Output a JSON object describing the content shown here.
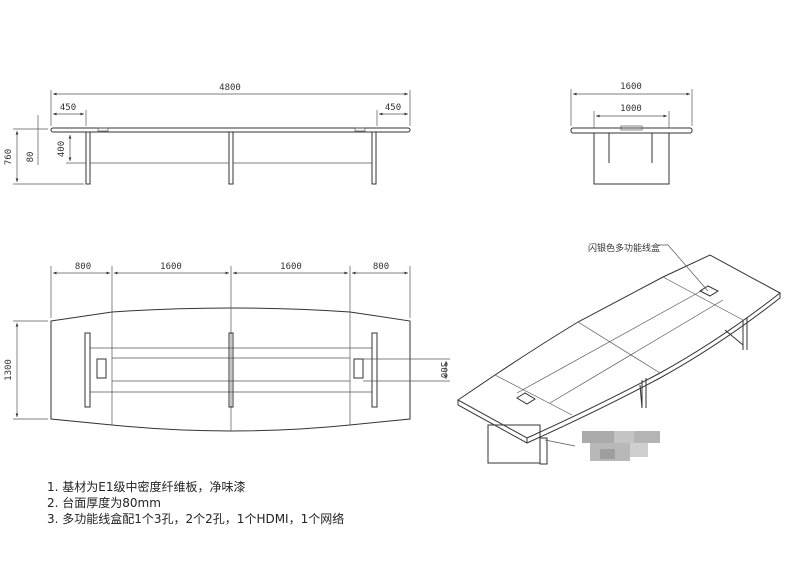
{
  "front_view": {
    "overall_width": "4800",
    "left_offset": "450",
    "right_offset": "450",
    "height": "760",
    "top_thickness": "80",
    "stretcher_drop": "400"
  },
  "side_view": {
    "overall_depth": "1600",
    "base_width": "1000"
  },
  "plan_view": {
    "segments": [
      "800",
      "1600",
      "1600",
      "800"
    ],
    "depth": "1300",
    "channel_width": "300"
  },
  "iso_view": {
    "callout": "闪银色多功能线盒"
  },
  "notes": [
    "1. 基材为E1级中密度纤维板，净味漆",
    "2. 台面厚度为80mm",
    "3. 多功能线盒配1个3孔，2个2孔，1个HDMI，1个网络"
  ],
  "colors": {
    "line": "#333333",
    "background": "#ffffff"
  }
}
